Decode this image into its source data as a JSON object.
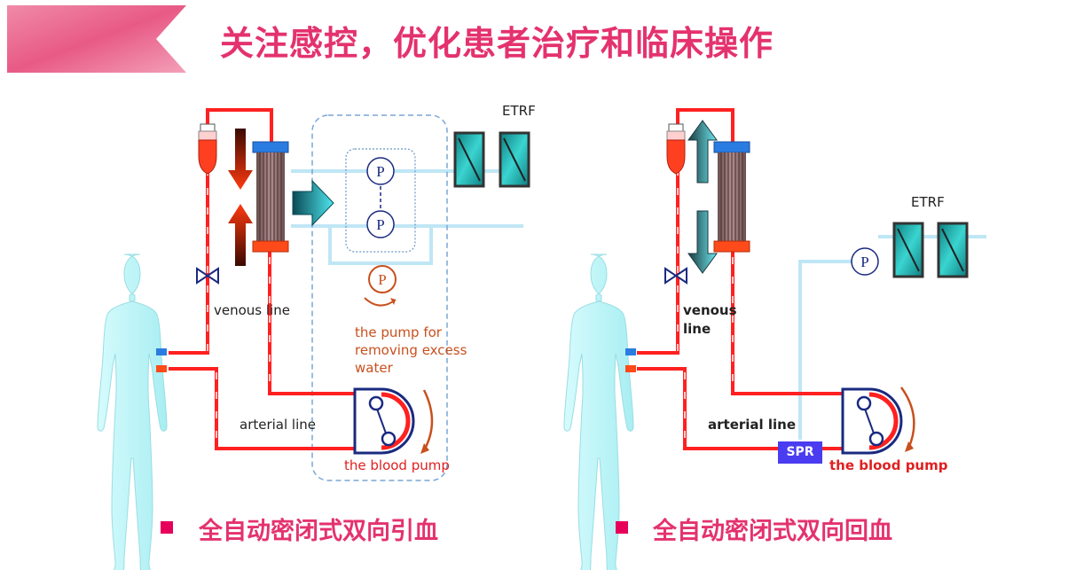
{
  "slide": {
    "title": "关注感控，优化患者治疗和临床操作",
    "accent_color": "#e4326e"
  },
  "left_panel": {
    "etrf_label": "ETRF",
    "venous_line": "venous line",
    "pump_excess_line1": "the pump for",
    "pump_excess_line2": "removing excess",
    "pump_excess_line3": "water",
    "arterial_line": "arterial line",
    "blood_pump": "the blood pump",
    "pump_symbol": "P",
    "caption": "全自动密闭式双向引血"
  },
  "right_panel": {
    "etrf_label": "ETRF",
    "venous_line_1": "venous",
    "venous_line_2": "line",
    "arterial_line": "arterial line",
    "spr_label": "SPR",
    "blood_pump": "the blood pump",
    "pump_symbol": "P",
    "caption": "全自动密闭式双向回血"
  },
  "colors": {
    "blood_line": "#ff2020",
    "dialysate_line": "#bfe6f5",
    "body": "#bff3f5",
    "filter_cap_top": "#2a7ce0",
    "filter_cap_bottom": "#ff4a1a",
    "etrf": "#1aa8a8",
    "pump_symbol": "#1a2a80"
  }
}
